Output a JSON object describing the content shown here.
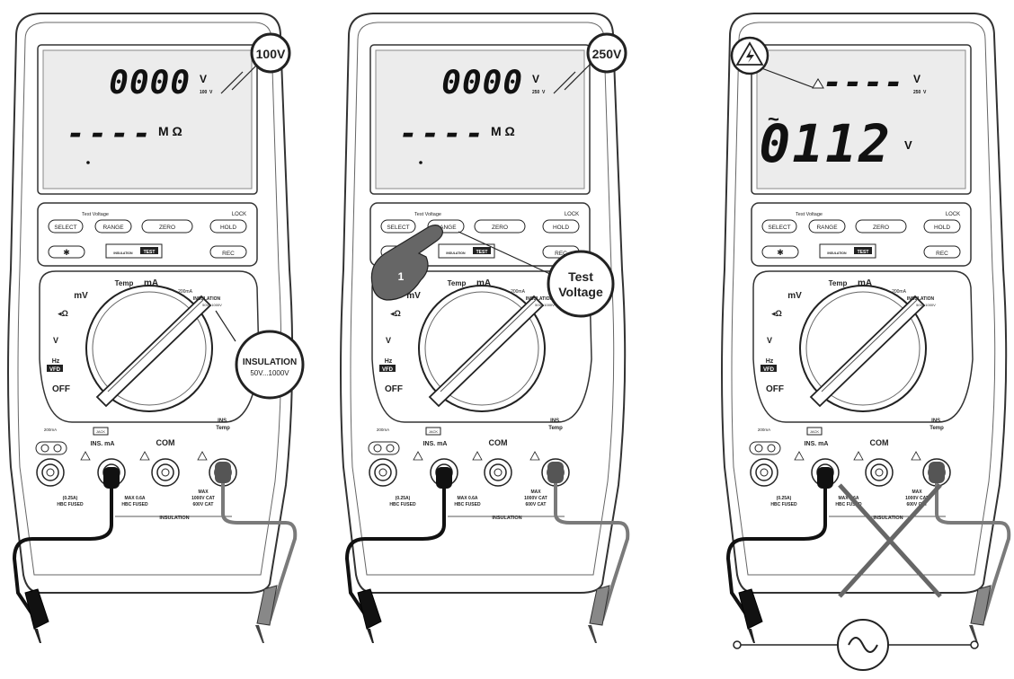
{
  "panels": [
    {
      "id": "panel-1",
      "callout": "100V",
      "display_top": "0000",
      "display_top_unit": "V",
      "display_top_sub": "100",
      "display_top_sub_unit": "V",
      "display_bottom": "----",
      "display_bottom_unit": "M Ω",
      "extra_callout_title": "INSULATION",
      "extra_callout_sub": "50V...1000V"
    },
    {
      "id": "panel-2",
      "callout": "250V",
      "display_top": "0000",
      "display_top_unit": "V",
      "display_top_sub": "250",
      "display_top_sub_unit": "V",
      "display_bottom": "----",
      "display_bottom_unit": "M Ω",
      "step_number": "1",
      "test_voltage_callout": [
        "Test",
        "Voltage"
      ]
    },
    {
      "id": "panel-3",
      "warning_icon": "high-voltage-warning-icon",
      "display_top": "----",
      "display_top_unit": "V",
      "display_top_sub": "250",
      "display_top_sub_unit": "V",
      "display_ac": "~",
      "display_bottom": "0112",
      "display_bottom_unit": "V",
      "source_symbol": "ac-source-icon"
    }
  ],
  "meter": {
    "buttons_row1_labels": [
      "SELECT",
      "RANGE",
      "ZERO",
      "HOLD"
    ],
    "buttons_row1_captions": [
      "Test Voltage",
      "LOCK"
    ],
    "buttons_row2_labels": [
      "INSULATION",
      "TEST",
      "REC"
    ],
    "dial": {
      "mv": "mV",
      "temp": "Temp",
      "ma": "mA",
      "ma_range": "200mA",
      "insulation": "INSULATION",
      "insulation_range": "50V...1000V",
      "hz": "Hz",
      "vfd": "VFD",
      "off": "OFF",
      "ohm": "Ω"
    },
    "jacks": {
      "left_top": "200mA",
      "ins_ma": "INS. mA",
      "com": "COM",
      "right_top": "INS.",
      "right_temp": "Temp",
      "jack_tag": "JACK",
      "fuse_left": [
        "(0.25A)",
        "HBC FUSED"
      ],
      "fuse_mid": [
        "MAX 0.6A",
        "HBC FUSED"
      ],
      "cat": [
        "MAX",
        "1000V CAT",
        "600V CAT"
      ],
      "bottom": "INSULATION"
    }
  },
  "colors": {
    "outline": "#333333",
    "lcd": "#ececec",
    "lead_black": "#111111",
    "lead_gray": "#7a7a7a"
  }
}
